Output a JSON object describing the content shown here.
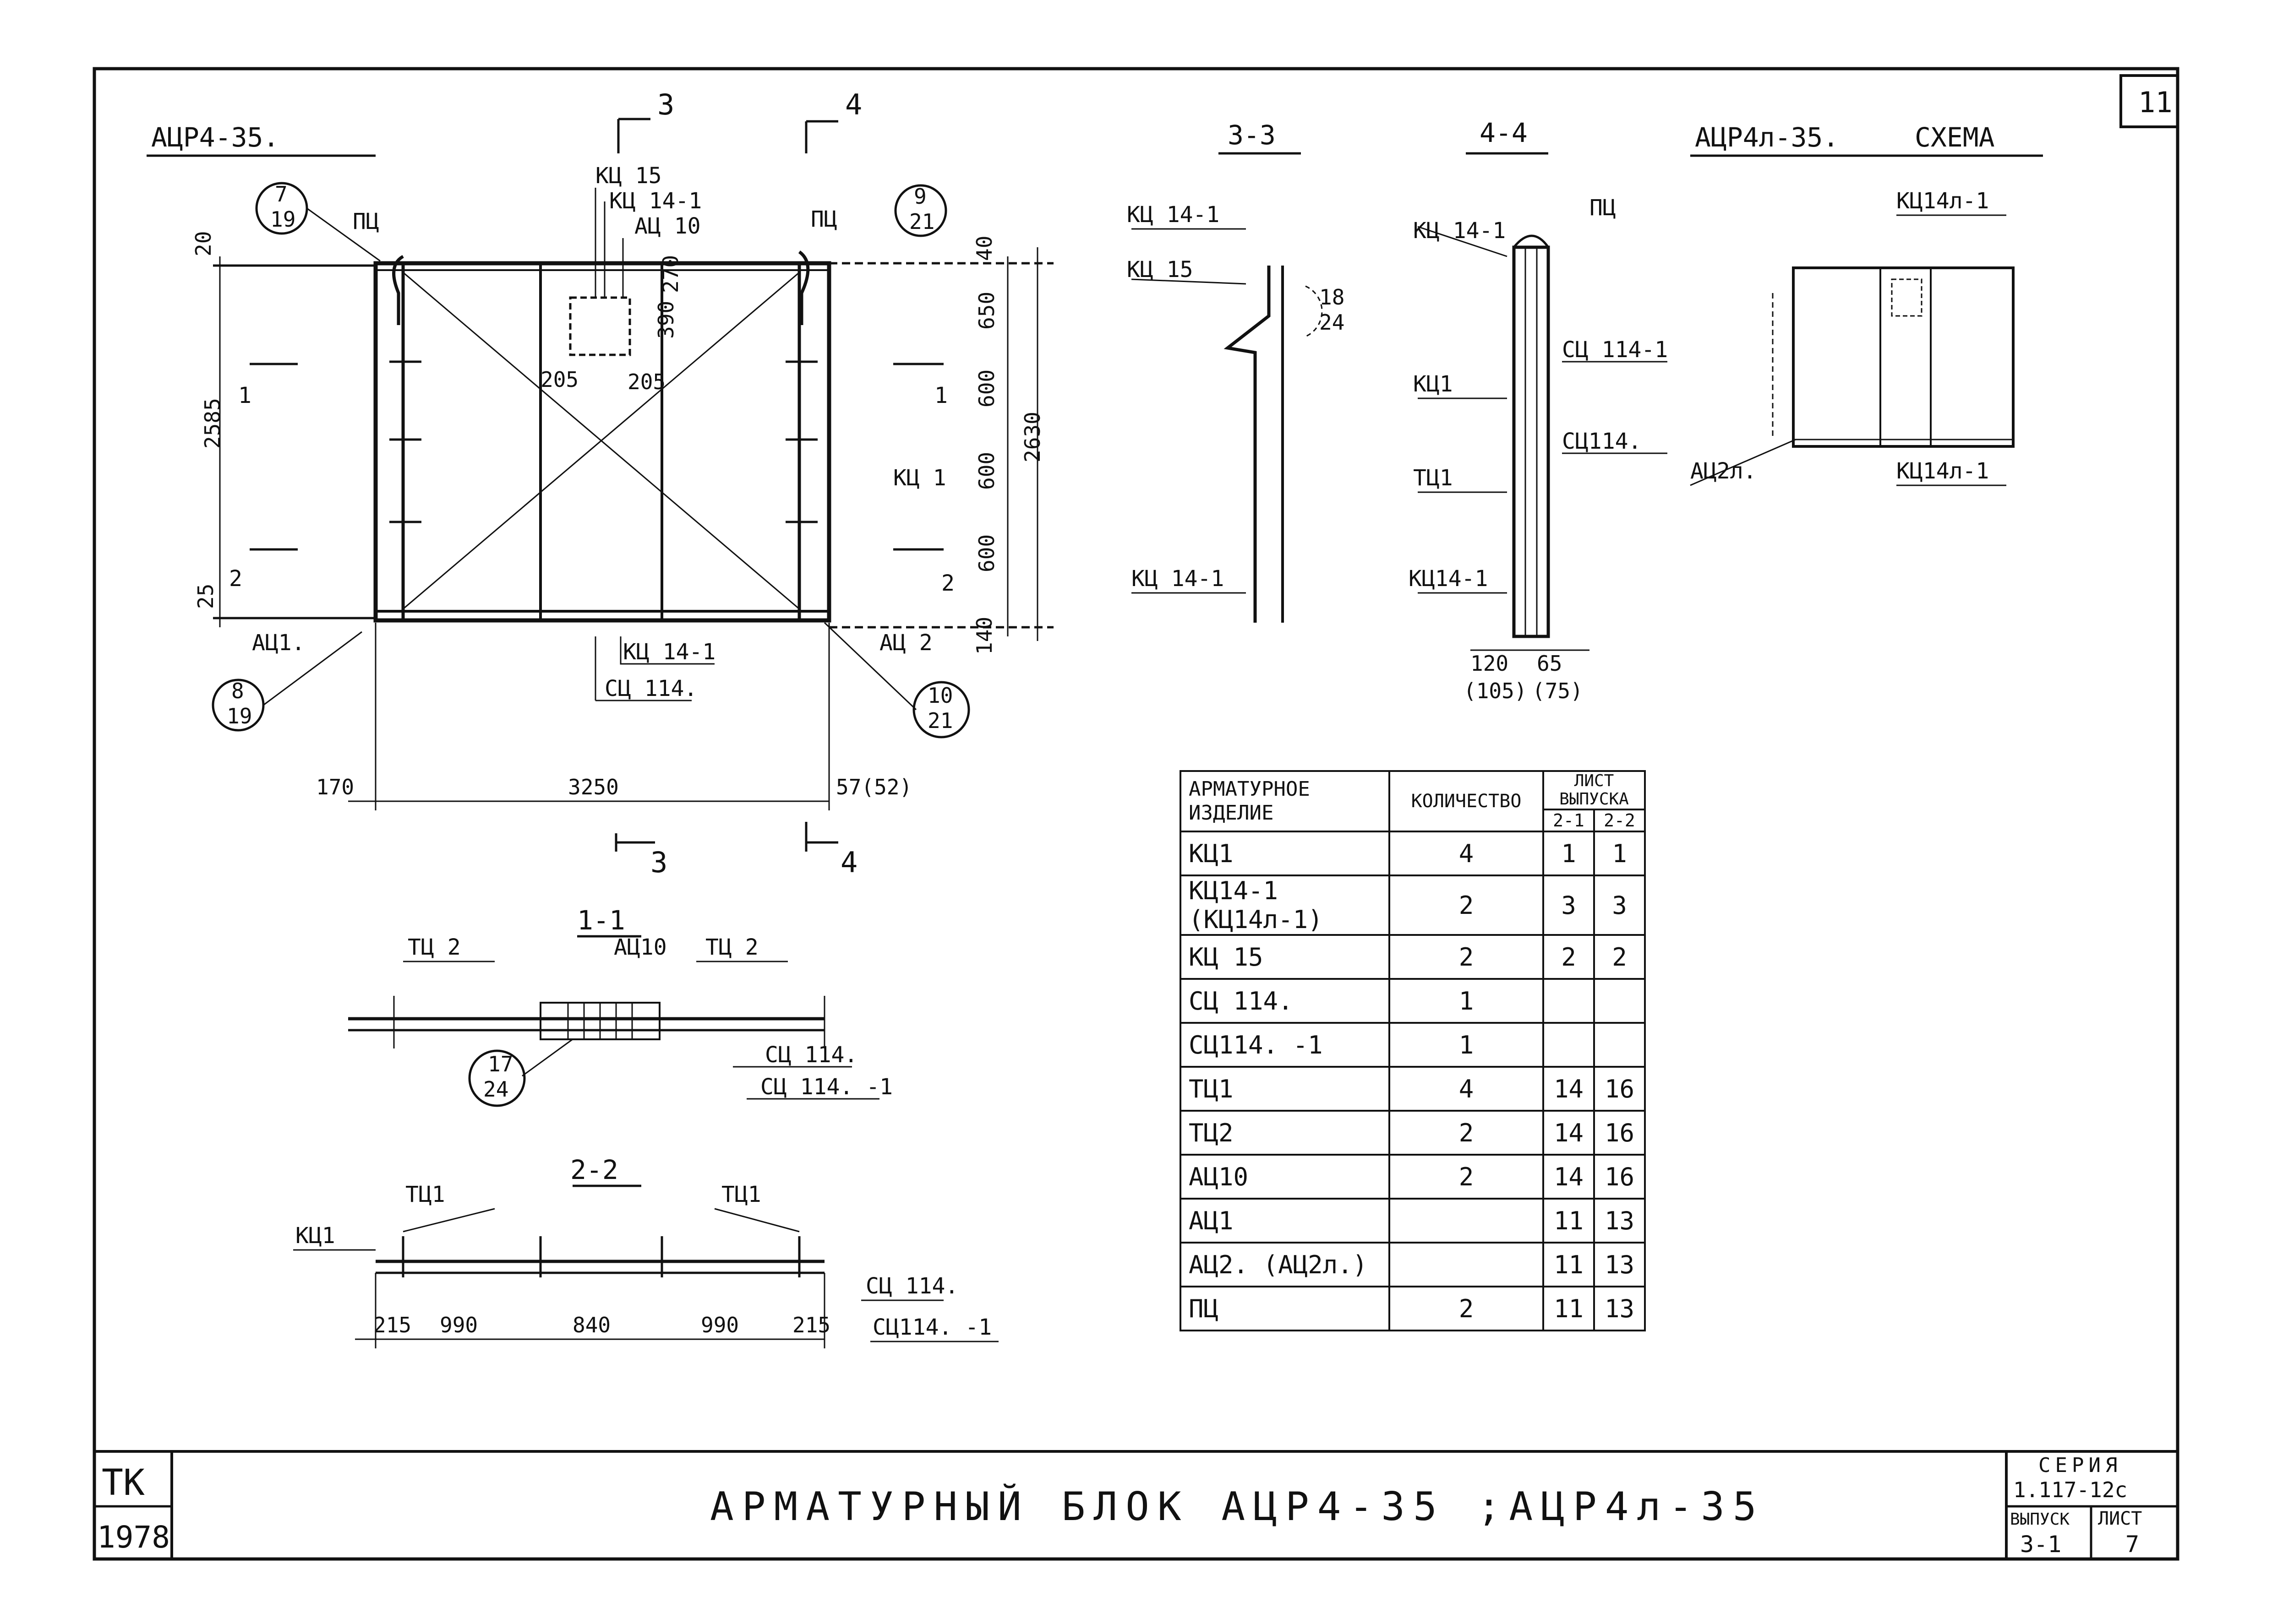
{
  "corner_sheet_number": "11",
  "main_view": {
    "title": "АЦР4-35.",
    "section_marks": [
      "3",
      "4",
      "3",
      "4"
    ],
    "callouts": [
      {
        "num": "7",
        "den": "19"
      },
      {
        "num": "9",
        "den": "21"
      },
      {
        "num": "8",
        "den": "19"
      },
      {
        "num": "10",
        "den": "21"
      }
    ],
    "labels": {
      "pc_left": "ПЦ",
      "pc_right": "ПЦ",
      "kc15": "КЦ 15",
      "kc14_1_top": "КЦ 14-1",
      "ac10": "АЦ 10",
      "kc1": "КЦ 1",
      "kc14_1_bottom": "КЦ 14-1",
      "sc114": "СЦ 114.",
      "ac1": "АЦ1.",
      "ac2": "АЦ 2",
      "sec1": "1",
      "sec2": "2",
      "sec1_r": "1",
      "sec2_r": "2"
    },
    "dims": {
      "d20": "20",
      "d2585": "2585",
      "d25": "25",
      "d390": "390",
      "d270": "270",
      "d205a": "205",
      "d205b": "205",
      "d40": "40",
      "d650": "650",
      "d600a": "600",
      "d600b": "600",
      "d600c": "600",
      "d2630": "2630",
      "d140": "140",
      "d170": "170",
      "d3250": "3250",
      "d57": "57(52)"
    }
  },
  "section_3_3": {
    "title": "3-3",
    "labels": {
      "kc14_1_top": "КЦ 14-1",
      "kc15": "КЦ 15",
      "kc14_1_bottom": "КЦ 14-1"
    },
    "callout": {
      "num": "18",
      "den": "24"
    }
  },
  "section_4_4": {
    "title": "4-4",
    "labels": {
      "kc14_1_top": "КЦ 14-1",
      "pc": "ПЦ",
      "sc114_1": "СЦ 114-1",
      "kc1": "КЦ1",
      "sc114": "СЦ114.",
      "tc1": "ТЦ1",
      "kc14_1_bottom": "КЦ14-1"
    },
    "dims": {
      "d120": "120",
      "d105": "(105)",
      "d65": "65",
      "d75": "(75)"
    }
  },
  "scheme": {
    "title": "АЦР4л-35.",
    "subtitle": "СХЕМА",
    "labels": {
      "kc14l_top": "КЦ14л-1",
      "ac2l": "АЦ2л.",
      "kc14l_bottom": "КЦ14л-1"
    }
  },
  "section_1_1": {
    "title": "1-1",
    "labels": {
      "tc2_left": "ТЦ 2",
      "ac10": "АЦ10",
      "tc2_right": "ТЦ 2",
      "sc114": "СЦ 114.",
      "sc114_1": "СЦ 114. -1"
    },
    "callout": {
      "num": "17",
      "den": "24"
    }
  },
  "section_2_2": {
    "title": "2-2",
    "labels": {
      "tc1_left": "ТЦ1",
      "tc1_right": "ТЦ1",
      "kc1": "КЦ1",
      "sc114": "СЦ 114.",
      "sc114_1": "СЦ114. -1"
    },
    "dims": [
      "215",
      "990",
      "840",
      "990",
      "215"
    ]
  },
  "spec_table": {
    "headers": {
      "item": "АРМАТУРНОЕ ИЗДЕЛИЕ",
      "qty": "КОЛИЧЕСТВО",
      "sheet": "ЛИСТ ВЫПУСКА",
      "sub1": "2-1",
      "sub2": "2-2"
    },
    "rows": [
      {
        "item": "КЦ1",
        "qty": "4",
        "s1": "1",
        "s2": "1"
      },
      {
        "item": "КЦ14-1 (КЦ14л-1)",
        "qty": "2",
        "s1": "3",
        "s2": "3"
      },
      {
        "item": "КЦ 15",
        "qty": "2",
        "s1": "2",
        "s2": "2"
      },
      {
        "item": "СЦ 114.",
        "qty": "1",
        "s1": "",
        "s2": ""
      },
      {
        "item": "СЦ114. -1",
        "qty": "1",
        "s1": "",
        "s2": ""
      },
      {
        "item": "ТЦ1",
        "qty": "4",
        "s1": "14",
        "s2": "16"
      },
      {
        "item": "ТЦ2",
        "qty": "2",
        "s1": "14",
        "s2": "16"
      },
      {
        "item": "АЦ10",
        "qty": "2",
        "s1": "14",
        "s2": "16"
      },
      {
        "item": "АЦ1",
        "qty": "",
        "s1": "11",
        "s2": "13"
      },
      {
        "item": "АЦ2. (АЦ2л.)",
        "qty": "",
        "s1": "11",
        "s2": "13"
      },
      {
        "item": "ПЦ",
        "qty": "2",
        "s1": "11",
        "s2": "13"
      }
    ]
  },
  "title_block": {
    "org": "ТК",
    "year": "1978",
    "title": "АРМАТУРНЫЙ БЛОК АЦР4-35 ;АЦР4л-35",
    "series_label": "СЕРИЯ",
    "series_value": "1.117-12с",
    "issue_label": "ВЫПУСК",
    "issue_value": "3-1",
    "sheet_label": "ЛИСТ",
    "sheet_value": "7"
  }
}
